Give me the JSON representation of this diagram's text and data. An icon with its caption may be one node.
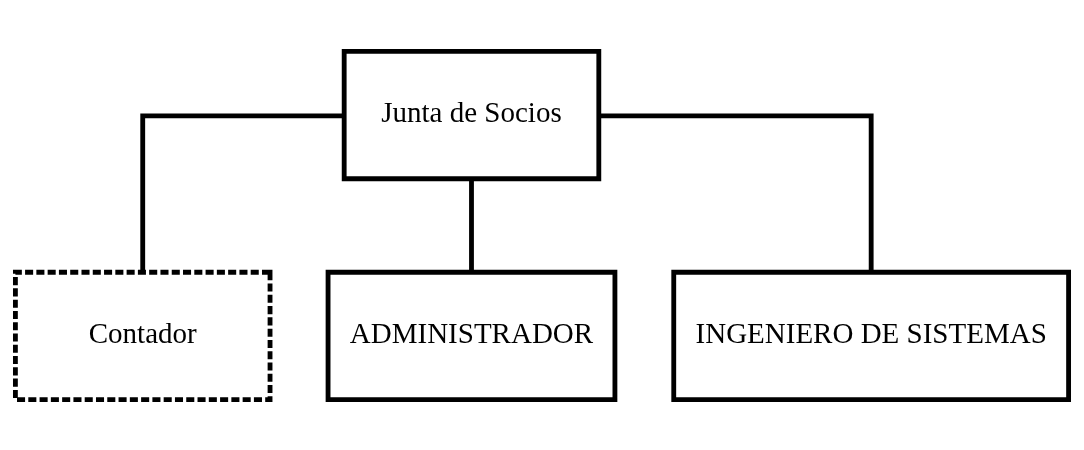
{
  "diagram": {
    "nodes": [
      {
        "text": [
          "Junta de Socios"
        ]
      },
      {
        "text": [
          "Contador"
        ]
      },
      {
        "text": [
          "ADMINISTRADOR"
        ]
      },
      {
        "text": [
          "INGENIERO DE SISTEMAS"
        ]
      }
    ],
    "edges": [
      {
        "from": 0,
        "to": 1,
        "arrow": "none"
      },
      {
        "from": 0,
        "to": 2,
        "arrow": "none"
      },
      {
        "from": 0,
        "to": 3,
        "arrow": "none"
      }
    ]
  }
}
